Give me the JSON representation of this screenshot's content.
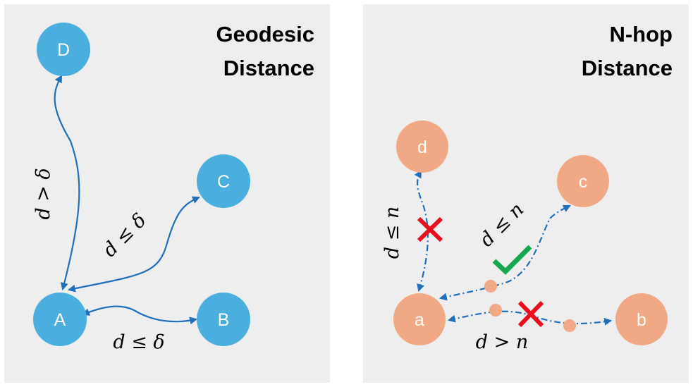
{
  "colors": {
    "panel_bg": "#eeeeee",
    "blue_node": "#4aaedf",
    "orange_node": "#f0a984",
    "edge": "#1f6fbb",
    "cross": "#e8101e",
    "check": "#16a84e"
  },
  "left_panel": {
    "title_line1": "Geodesic",
    "title_line2": "Distance",
    "nodes": {
      "D": "D",
      "C": "C",
      "A": "A",
      "B": "B"
    },
    "edges": {
      "A_D": "d > δ",
      "A_C": "d ≤ δ",
      "A_B": "d ≤ δ"
    }
  },
  "right_panel": {
    "title_line1": "N-hop",
    "title_line2": "Distance",
    "nodes": {
      "d": "d",
      "c": "c",
      "a": "a",
      "b": "b"
    },
    "edges": {
      "a_d": "d ≤ n",
      "a_c": "d ≤ n",
      "a_b": "d > n"
    },
    "markers": [
      "cross-icon",
      "check-icon",
      "cross-icon"
    ]
  }
}
